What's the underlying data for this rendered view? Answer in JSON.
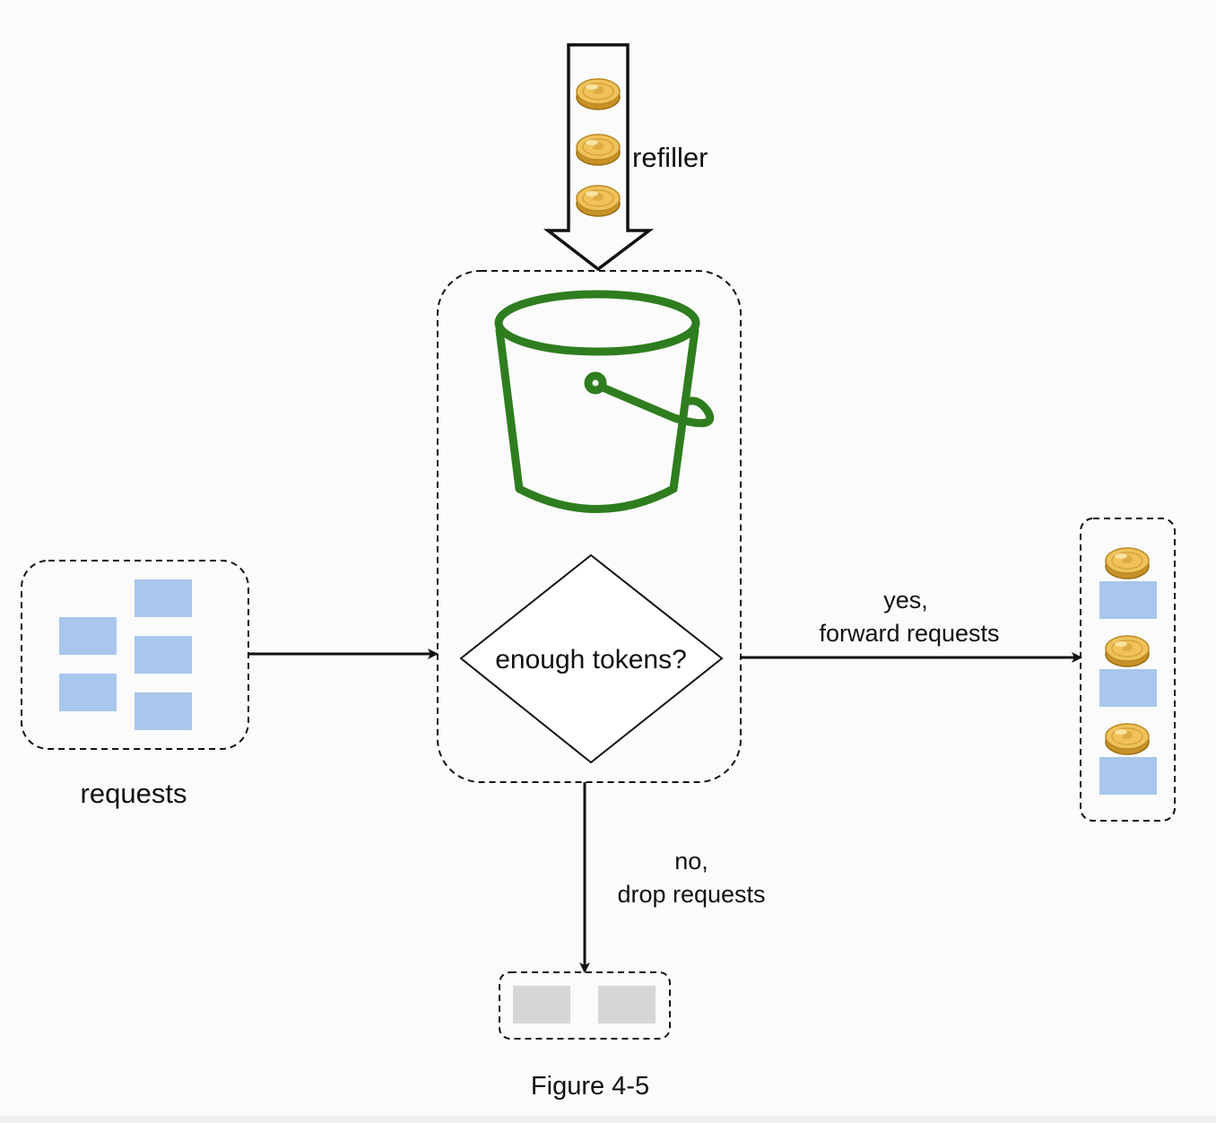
{
  "refiller": {
    "label": "refiller"
  },
  "decision": {
    "label": "enough tokens?"
  },
  "requests": {
    "label": "requests"
  },
  "forward": {
    "line1": "yes,",
    "line2": "forward requests"
  },
  "drop": {
    "line1": "no,",
    "line2": "drop requests"
  },
  "figure": {
    "caption": "Figure 4-5"
  },
  "colors": {
    "bucket": "#2e7d1f",
    "request_block": "#a9c6ec",
    "dropped_block": "#d6d6d6",
    "coin": "#e8b84a"
  }
}
